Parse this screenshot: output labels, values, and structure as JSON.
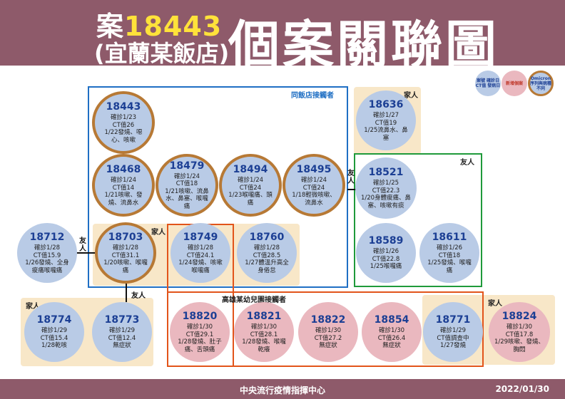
{
  "header": {
    "case_word": "案",
    "case_num": "18443",
    "subtitle": "(宜蘭某飯店)",
    "main_title": "個案關聯圖"
  },
  "legend": {
    "basic": "案號 確診日 CT值 發病日",
    "new_case": "新增個案",
    "omicron": "Omicron 序列與病種 不同"
  },
  "groups": {
    "hotel": "同飯店接觸者",
    "kindergarten": "高雄某幼兒園接觸者",
    "family": "家人",
    "friend": "友人"
  },
  "relations": {
    "friend": "友人"
  },
  "cases": [
    {
      "id": "18443",
      "confirmed": "確診1/23",
      "ct": "CT值26",
      "symptom": "1/22發燒、噁心、咳嗽"
    },
    {
      "id": "18468",
      "confirmed": "確診1/24",
      "ct": "CT值14",
      "symptom": "1/21咳嗽、發燒、流鼻水"
    },
    {
      "id": "18479",
      "confirmed": "確診1/24",
      "ct": "CT值18",
      "symptom": "1/21咳嗽、流鼻水、鼻塞、喉嚨痛"
    },
    {
      "id": "18494",
      "confirmed": "確診1/24",
      "ct": "CT值24",
      "symptom": "1/23喉嚨痛、頭痛"
    },
    {
      "id": "18495",
      "confirmed": "確診1/24",
      "ct": "CT值24",
      "symptom": "1/18輕微咳嗽、流鼻水"
    },
    {
      "id": "18636",
      "confirmed": "確診1/27",
      "ct": "CT值19",
      "symptom": "1/25流鼻水、鼻塞"
    },
    {
      "id": "18521",
      "confirmed": "確診1/25",
      "ct": "CT值22.3",
      "symptom": "1/20身體痠痛、鼻塞、咳嗽有痰"
    },
    {
      "id": "18712",
      "confirmed": "確診1/28",
      "ct": "CT值15.9",
      "symptom": "1/26發燒、全身痠痛喉嚨痛"
    },
    {
      "id": "18703",
      "confirmed": "確診1/28",
      "ct": "CT值31.1",
      "symptom": "1/20咳嗽、喉嚨痛"
    },
    {
      "id": "18749",
      "confirmed": "確診1/28",
      "ct": "CT值24.1",
      "symptom": "1/24發燒、咳嗽喉嚨痛"
    },
    {
      "id": "18760",
      "confirmed": "確診1/28",
      "ct": "CT值28.5",
      "symptom": "1/27體溫升高全身倦怠"
    },
    {
      "id": "18589",
      "confirmed": "確診1/26",
      "ct": "CT值22.8",
      "symptom": "1/25喉嚨痛"
    },
    {
      "id": "18611",
      "confirmed": "確診1/26",
      "ct": "CT值18",
      "symptom": "1/25發燒、喉嚨痛"
    },
    {
      "id": "18774",
      "confirmed": "確診1/29",
      "ct": "CT值15.4",
      "symptom": "1/28乾咳"
    },
    {
      "id": "18773",
      "confirmed": "確診1/29",
      "ct": "CT值12.4",
      "symptom": "無症狀"
    },
    {
      "id": "18820",
      "confirmed": "確診1/30",
      "ct": "CT值29.1",
      "symptom": "1/28發燒、肚子痛、舌頭痛"
    },
    {
      "id": "18821",
      "confirmed": "確診1/30",
      "ct": "CT值28.1",
      "symptom": "1/28發燒、喉嚨乾癢"
    },
    {
      "id": "18822",
      "confirmed": "確診1/30",
      "ct": "CT值27.2",
      "symptom": "無症狀"
    },
    {
      "id": "18854",
      "confirmed": "確診1/30",
      "ct": "CT值26.4",
      "symptom": "無症狀"
    },
    {
      "id": "18771",
      "confirmed": "確診1/29",
      "ct": "CT值調查中",
      "symptom": "1/27發燒"
    },
    {
      "id": "18824",
      "confirmed": "確診1/30",
      "ct": "CT值17.8",
      "symptom": "1/29咳嗽、發燒、胸悶"
    }
  ],
  "footer": {
    "org": "中央流行疫情指揮中心",
    "date": "2022/01/30"
  },
  "colors": {
    "header_bg": "#8e5a6a",
    "case_blue": "#b9cbe6",
    "case_pink": "#eab8bf",
    "omicron_ring": "#b77935",
    "hotel_box": "#1f6fc4",
    "school_box": "#e2541a",
    "friend_box": "#1f9a3a",
    "family_zone": "#f8e7c8"
  }
}
